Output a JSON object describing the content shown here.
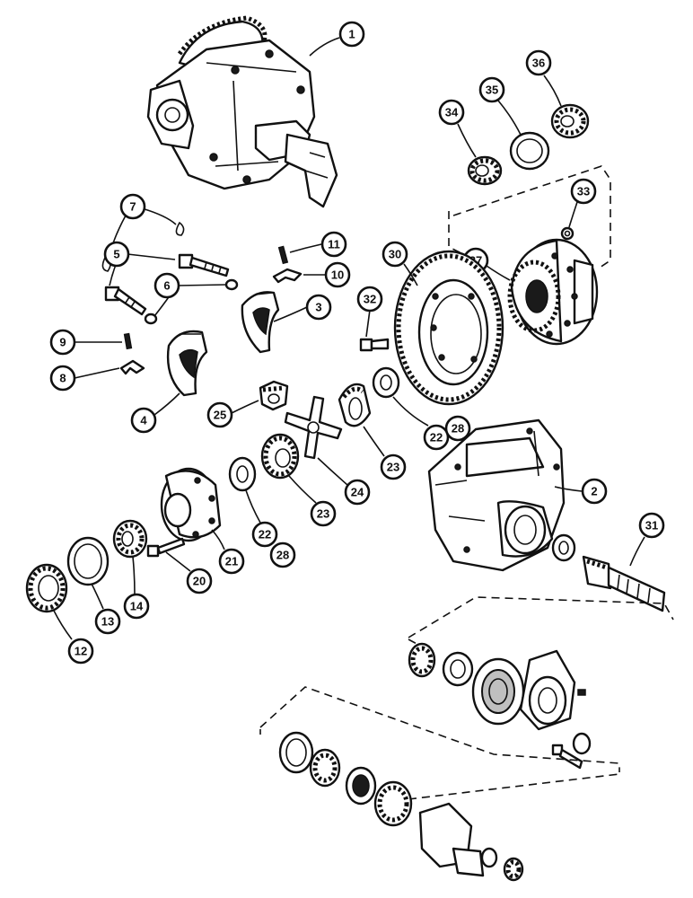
{
  "callouts": {
    "c1": "1",
    "c2": "2",
    "c3": "3",
    "c4": "4",
    "c5": "5",
    "c6": "6",
    "c7": "7",
    "c8": "8",
    "c9": "9",
    "c10": "10",
    "c11": "11",
    "c12": "12",
    "c13": "13",
    "c14": "14",
    "c20": "20",
    "c21": "21",
    "c22a": "22",
    "c22b": "22",
    "c23a": "23",
    "c23b": "23",
    "c24": "24",
    "c25": "25",
    "c27": "27",
    "c28a": "28",
    "c28b": "28",
    "c30": "30",
    "c31": "31",
    "c32": "32",
    "c33": "33",
    "c34": "34",
    "c35": "35",
    "c36": "36"
  }
}
